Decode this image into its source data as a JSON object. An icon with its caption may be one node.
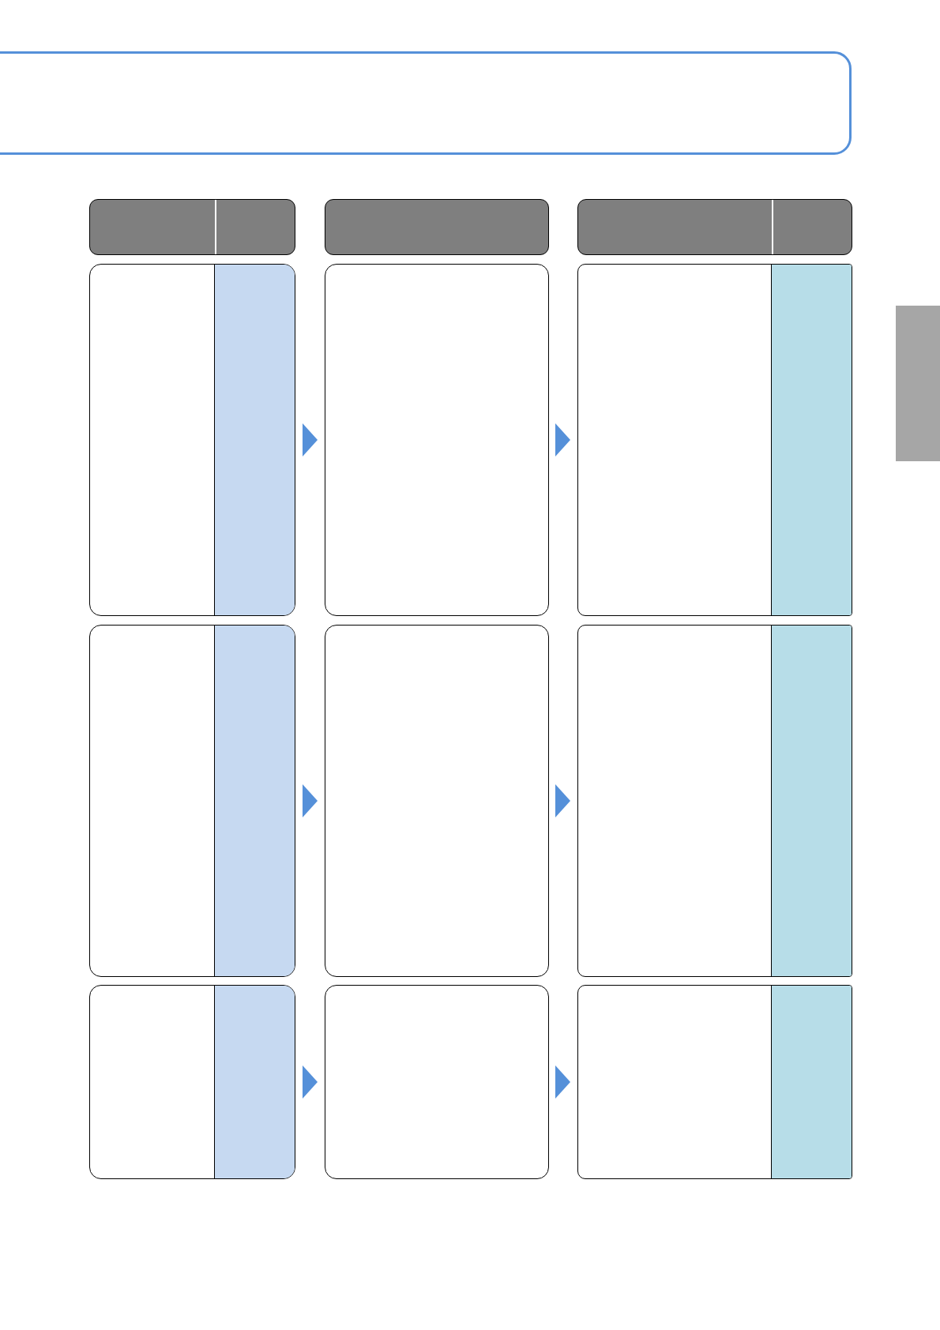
{
  "diagram": {
    "nodes": [
      {
        "text": [],
        "shape": "box"
      },
      {
        "text": [],
        "shape": "box"
      },
      {
        "text": [],
        "shape": "box"
      },
      {
        "text": [],
        "shape": "box"
      },
      {
        "text": [],
        "shape": "box"
      },
      {
        "text": [],
        "shape": "box"
      },
      {
        "text": [],
        "shape": "box"
      },
      {
        "text": [],
        "shape": "box"
      },
      {
        "text": [],
        "shape": "box"
      },
      {
        "text": [],
        "shape": "box"
      },
      {
        "text": [],
        "shape": "box"
      },
      {
        "text": [],
        "shape": "box"
      },
      {
        "text": [],
        "shape": "box"
      },
      {
        "text": [],
        "shape": "box"
      }
    ],
    "edges": [
      {
        "from": 4,
        "to": 5,
        "arrow": "to"
      },
      {
        "from": 5,
        "to": 6,
        "arrow": "to"
      },
      {
        "from": 7,
        "to": 8,
        "arrow": "to"
      },
      {
        "from": 8,
        "to": 9,
        "arrow": "to"
      },
      {
        "from": 10,
        "to": 11,
        "arrow": "to"
      },
      {
        "from": 11,
        "to": 12,
        "arrow": "to"
      }
    ]
  }
}
